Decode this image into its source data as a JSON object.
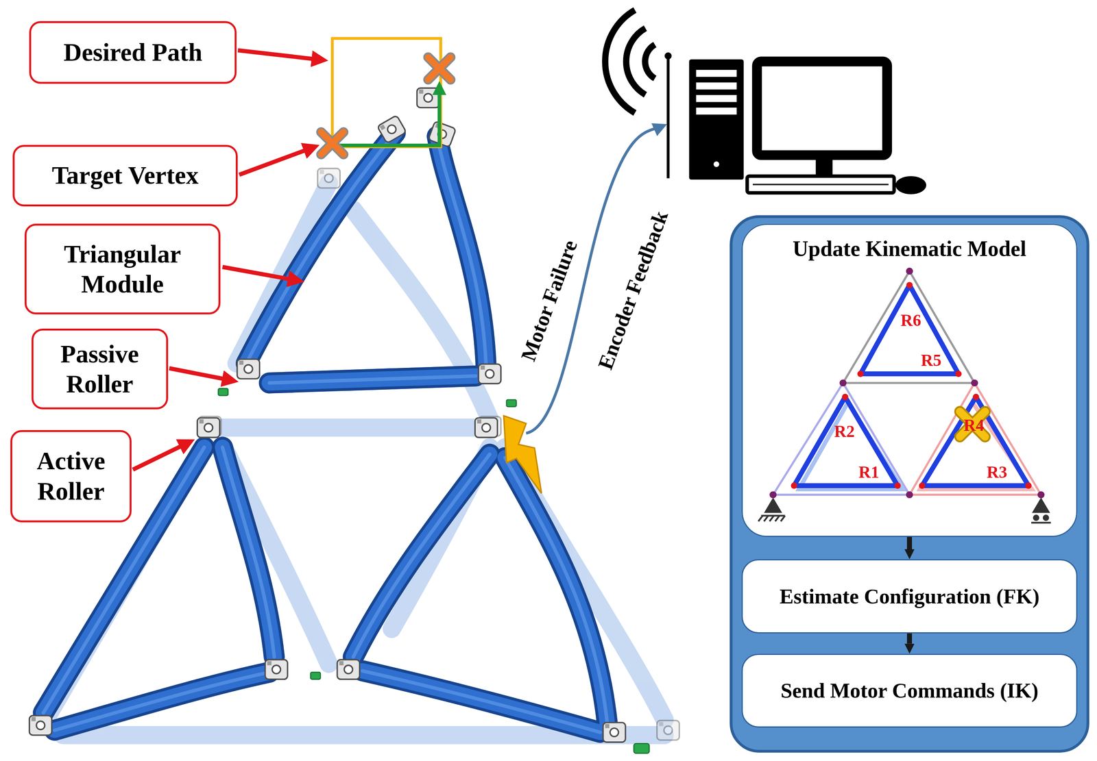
{
  "diagram": {
    "nodes": [
      {
        "text": [
          "Desired Path"
        ]
      },
      {
        "text": [
          "Target Vertex"
        ]
      },
      {
        "text": [
          "Triangular Module"
        ]
      },
      {
        "text": [
          "Passive Roller"
        ]
      },
      {
        "text": [
          "Active Roller"
        ]
      },
      {
        "text": [
          "Update Kinematic Model"
        ]
      },
      {
        "text": [
          "Estimate Configuration (FK)"
        ]
      },
      {
        "text": [
          "Send Motor Commands (IK)"
        ]
      }
    ],
    "edges": [
      {
        "from": 5,
        "to": 6,
        "arrow": "to"
      },
      {
        "from": 6,
        "to": 7,
        "arrow": "to"
      }
    ],
    "labels": [
      "R6",
      "R5",
      "R2",
      "R1",
      "R3",
      "R4",
      "Motor Failure",
      "Encoder Feedback"
    ]
  }
}
